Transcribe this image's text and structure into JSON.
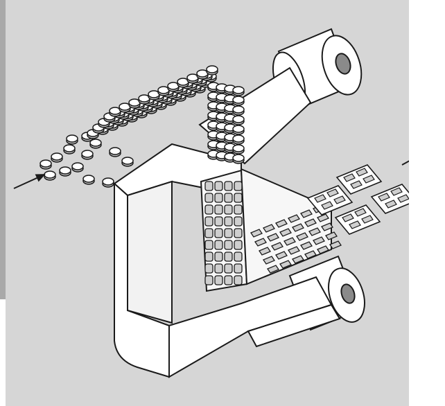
{
  "figure": {
    "description_visible_text": "",
    "colors": {
      "panel_background": "#d6d6d6",
      "left_strip": "#a9a9a9",
      "page_background": "#ffffff",
      "outline": "#1a1a1a",
      "film_white": "#ffffff",
      "tablet_face": "#ffffff",
      "tablet_edge": "#bdbdbd",
      "cavity_shade": "#cfcfcf",
      "roll_core": "#8a8a8a"
    },
    "parts": {
      "input_arrow_icon": "arrow-icon",
      "output_arrow_icon": "arrow-icon",
      "upper_roll": "roll",
      "lower_roll": "roll",
      "loose_tablets": "tablet",
      "blister_cards": "blister-card"
    },
    "blister_cards_count": 4,
    "blister_card_grid": "2x2"
  }
}
